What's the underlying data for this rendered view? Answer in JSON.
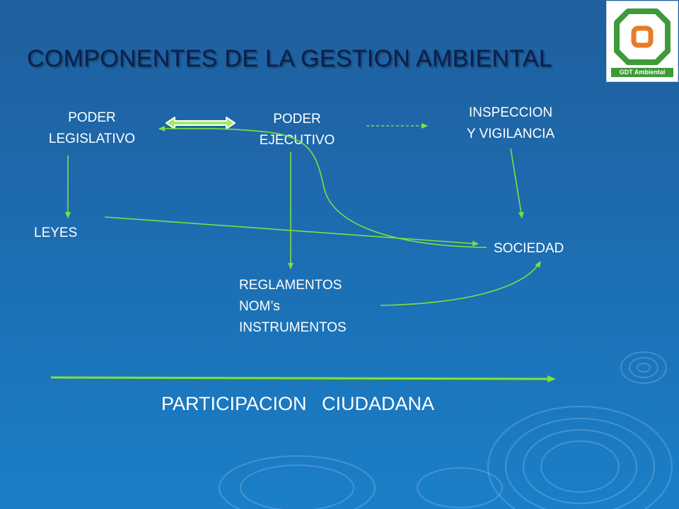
{
  "title": "COMPONENTES DE LA GESTION AMBIENTAL",
  "logo": {
    "text": "GDT Ambiental",
    "primary_color": "#3f9a3a",
    "accent_color": "#e87b2a"
  },
  "nodes": {
    "poder_legislativo": [
      "PODER",
      "LEGISLATIVO"
    ],
    "poder_ejecutivo": [
      "PODER",
      "EJECUTIVO"
    ],
    "inspeccion": [
      "INSPECCION",
      "Y VIGILANCIA"
    ],
    "leyes": "LEYES",
    "sociedad": "SOCIEDAD",
    "reglamentos": [
      "REGLAMENTOS",
      "NOM’s",
      "INSTRUMENTOS"
    ]
  },
  "footer": "PARTICIPACION CIUDADANA",
  "colors": {
    "arrow": "#7fe03f",
    "title": "#0c1e4a",
    "text": "#ffffff"
  }
}
